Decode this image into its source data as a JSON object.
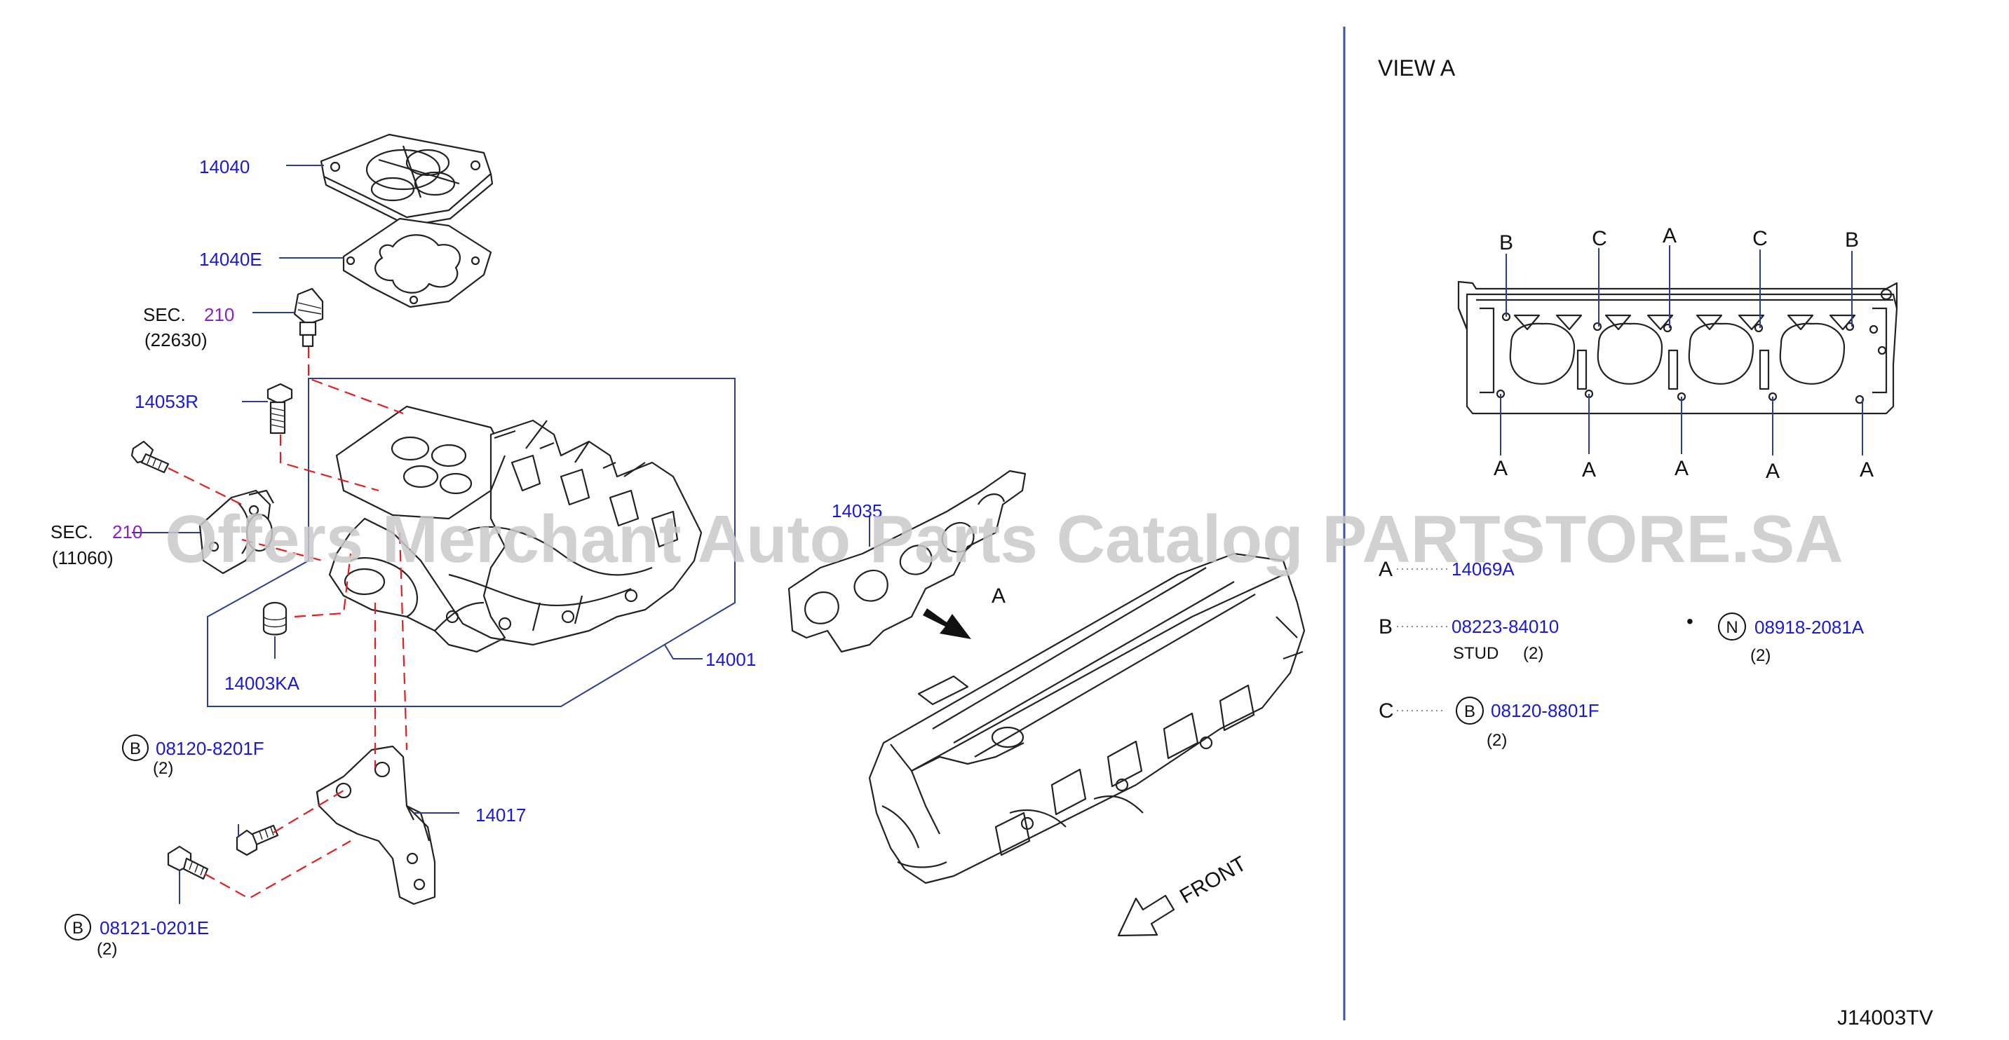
{
  "labels": {
    "p14040": "14040",
    "p14040e": "14040E",
    "sec1_prefix": "SEC.",
    "sec1_num": "210",
    "sec1_code": "(22630)",
    "p14053r": "14053R",
    "sec2_prefix": "SEC.",
    "sec2_num": "210",
    "sec2_code": "(11060)",
    "p14003ka": "14003KA",
    "p14001": "14001",
    "p14035": "14035",
    "view_marker": "A",
    "p14017": "14017",
    "b1_letter": "B",
    "b1_part": "08120-8201F",
    "b1_qty": "(2)",
    "b2_letter": "B",
    "b2_part": "08121-0201E",
    "b2_qty": "(2)",
    "front": "FRONT"
  },
  "view": {
    "title": "VIEW  A",
    "top_letters": [
      "B",
      "C",
      "A",
      "C",
      "B"
    ],
    "bottom_letters": [
      "A",
      "A",
      "A",
      "A",
      "A"
    ]
  },
  "legend": {
    "a_key": "A",
    "a_part": "14069A",
    "b_key": "B",
    "b_part": "08223-84010",
    "b_desc": "STUD",
    "b_qty": "(2)",
    "n_marker": "•",
    "n_letter": "N",
    "n_part": "08918-2081A",
    "n_qty": "(2)",
    "c_key": "C",
    "c_letter": "B",
    "c_part": "08120-8801F",
    "c_qty": "(2)"
  },
  "watermark": "Offers Merchant Auto Parts Catalog PARTSTORE.SA",
  "diagram_code": "J14003TV",
  "colors": {
    "part_number": "#1a1ad6",
    "section_ref": "#8a22c8",
    "dash_line": "#e02020",
    "leader": "#2a3f8f"
  }
}
